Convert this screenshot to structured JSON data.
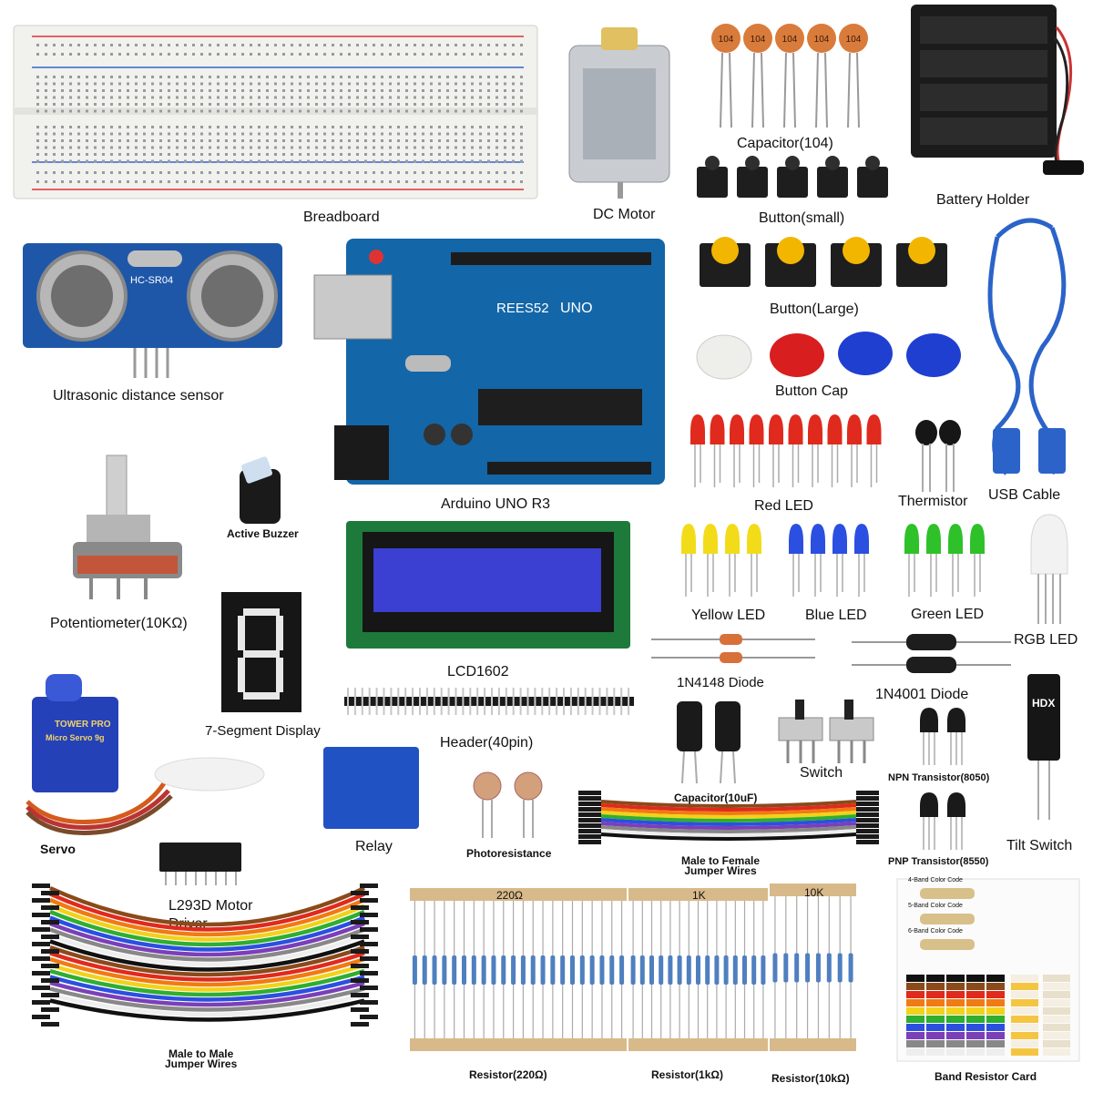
{
  "components": {
    "breadboard": "Breadboard",
    "dc_motor": "DC Motor",
    "capacitor_104": "Capacitor(104)",
    "capacitor_marking": "104",
    "battery_holder": "Battery Holder",
    "button_small": "Button(small)",
    "button_large": "Button(Large)",
    "ultrasonic": "Ultrasonic distance sensor",
    "ultrasonic_model": "HC-SR04",
    "arduino": "Arduino UNO R3",
    "arduino_brand": "REES52",
    "arduino_model": "UNO",
    "usb_cable": "USB Cable",
    "button_cap": "Button Cap",
    "red_led": "Red LED",
    "thermistor": "Thermistor",
    "active_buzzer": "Active Buzzer",
    "potentiometer": "Potentiometer(10KΩ)",
    "lcd": "LCD1602",
    "yellow_led": "Yellow LED",
    "blue_led": "Blue LED",
    "green_led": "Green LED",
    "rgb_led": "RGB LED",
    "seven_segment": "7-Segment Display",
    "diode_1n4148": "1N4148 Diode",
    "diode_1n4001": "1N4001 Diode",
    "header": "Header(40pin)",
    "capacitor_10uf": "Capacitor(10uF)",
    "switch": "Switch",
    "npn": "NPN Transistor(8050)",
    "pnp": "PNP Transistor(8550)",
    "tilt_switch": "Tilt Switch",
    "tilt_marking": "HDX",
    "servo": "Servo",
    "servo_brand": "TOWER PRO",
    "servo_model": "Micro Servo 9g",
    "relay": "Relay",
    "photoresistance": "Photoresistance",
    "male_female": "Male to Female\nJumper Wires",
    "l293d": "L293D Motor\nDriver",
    "male_male": "Male to Male\nJumper Wires",
    "resistor_220": "Resistor(220Ω)",
    "resistor_1k": "Resistor(1kΩ)",
    "resistor_10k": "Resistor(10kΩ)",
    "tape_220": "220Ω",
    "tape_1k": "1K",
    "tape_10k": "10K",
    "band_card": "Band Resistor Card",
    "card_rows": [
      "4-Band Color Code",
      "5-Band Color Code",
      "6-Band Color Code"
    ]
  }
}
